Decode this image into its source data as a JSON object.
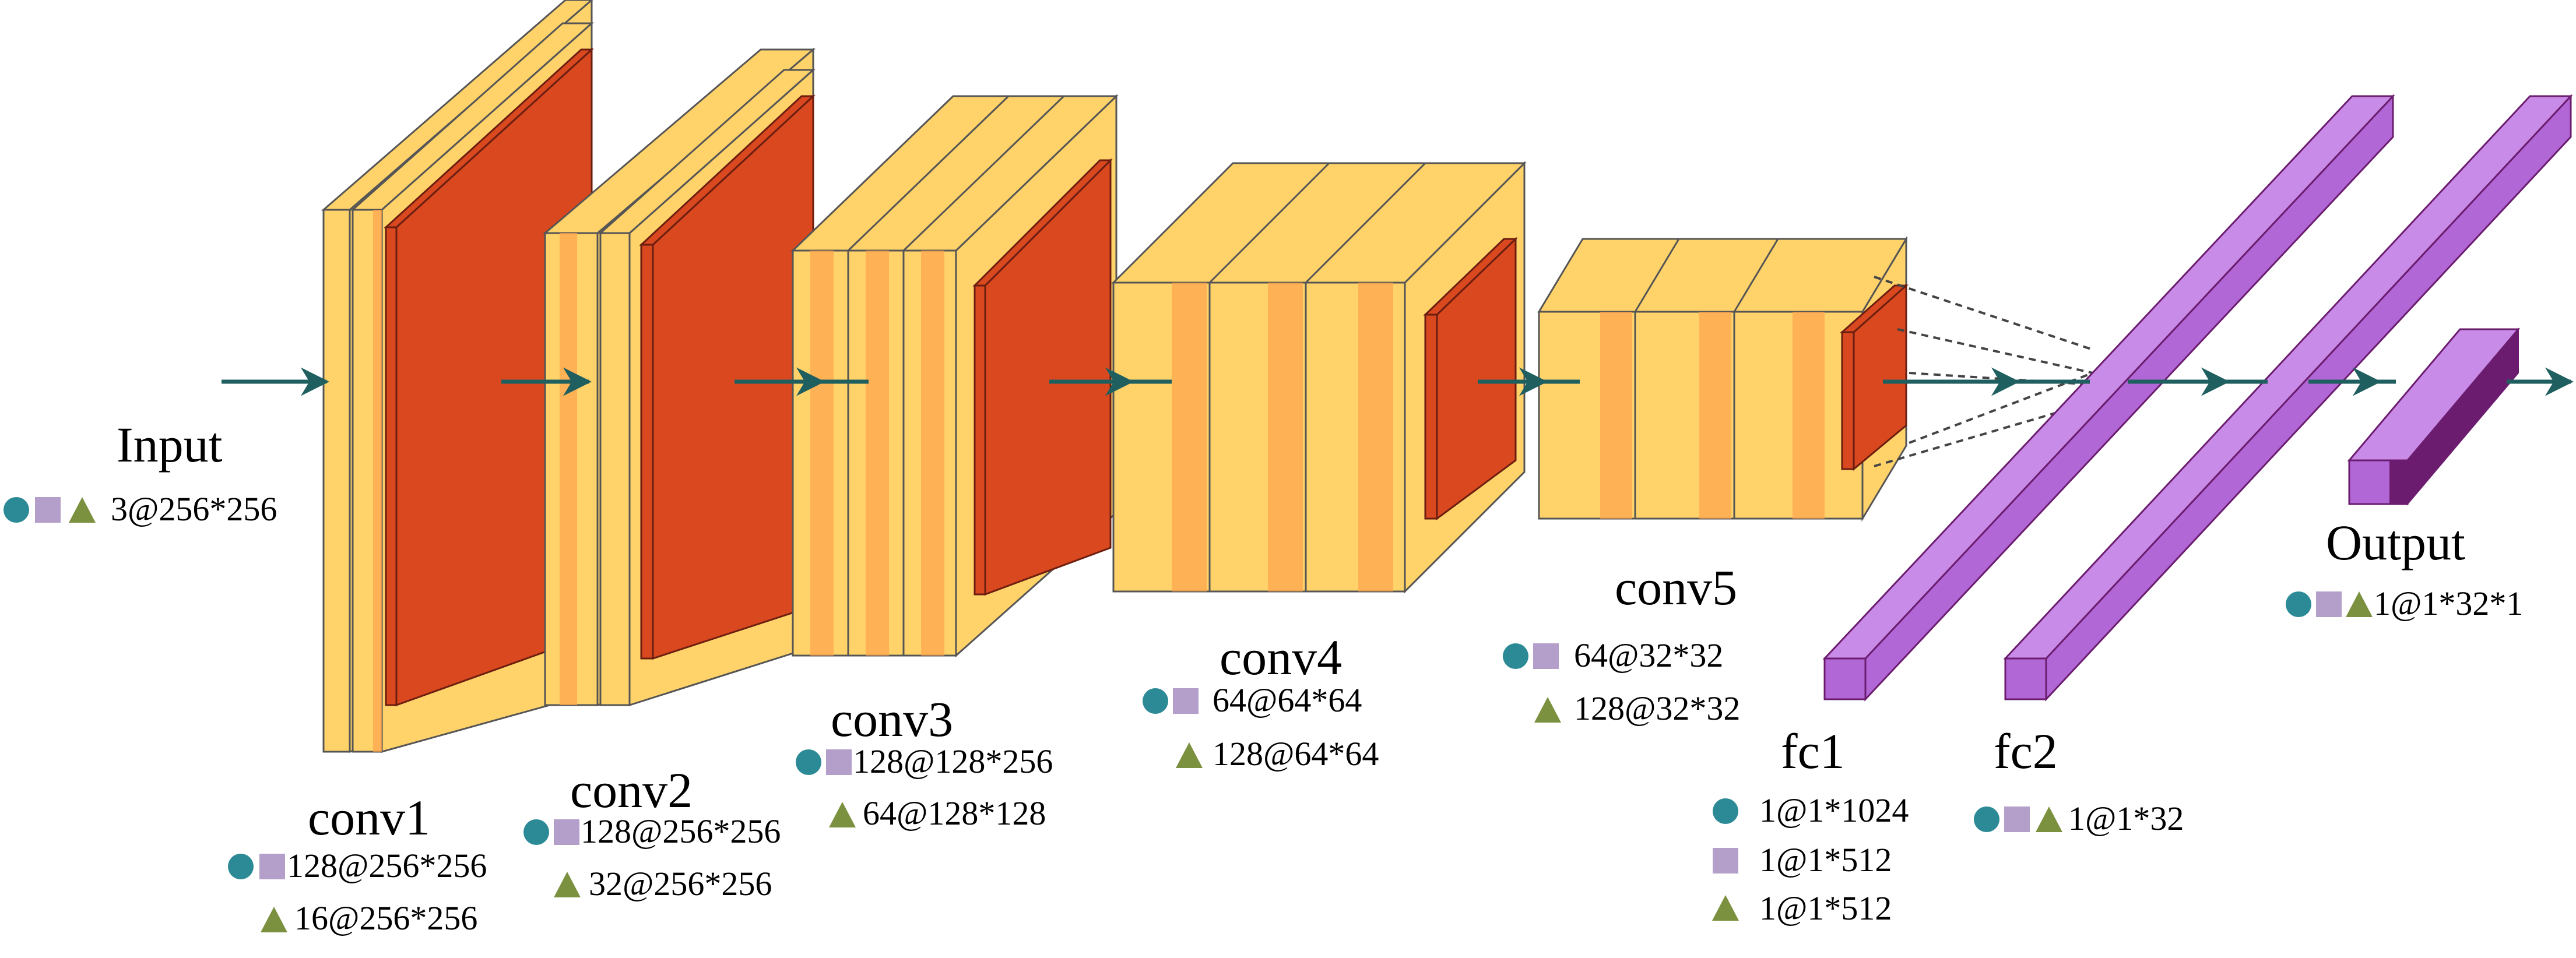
{
  "colors": {
    "arrow": "#1f5f5f",
    "slab_light": "#ffd36a",
    "slab_stripe": "#ffa54f",
    "slab_edge": "#555555",
    "kernel": "#d9481f",
    "kernel_edge": "#6b1e10",
    "fc": "#b167d6",
    "fc_top": "#c98be8",
    "fc_dark": "#6b1c6e",
    "circle": "#2b8a95",
    "square": "#b39fc9",
    "triangle": "#7b9140"
  },
  "layers": [
    {
      "id": "input",
      "title": "Input",
      "dims": [
        {
          "markers": [
            "circle",
            "square",
            "triangle"
          ],
          "text": "3@256*256"
        }
      ]
    },
    {
      "id": "conv1",
      "title": "conv1",
      "dims": [
        {
          "markers": [
            "circle",
            "square"
          ],
          "text": "128@256*256"
        },
        {
          "markers": [
            "triangle"
          ],
          "text": "16@256*256"
        }
      ]
    },
    {
      "id": "conv2",
      "title": "conv2",
      "dims": [
        {
          "markers": [
            "circle",
            "square"
          ],
          "text": "128@256*256"
        },
        {
          "markers": [
            "triangle"
          ],
          "text": "32@256*256"
        }
      ]
    },
    {
      "id": "conv3",
      "title": "conv3",
      "dims": [
        {
          "markers": [
            "circle",
            "square"
          ],
          "text": "128@128*256"
        },
        {
          "markers": [
            "triangle"
          ],
          "text": "64@128*128"
        }
      ]
    },
    {
      "id": "conv4",
      "title": "conv4",
      "dims": [
        {
          "markers": [
            "circle",
            "square"
          ],
          "text": "64@64*64"
        },
        {
          "markers": [
            "triangle"
          ],
          "text": "128@64*64"
        }
      ]
    },
    {
      "id": "conv5",
      "title": "conv5",
      "dims": [
        {
          "markers": [
            "circle",
            "square"
          ],
          "text": "64@32*32"
        },
        {
          "markers": [
            "triangle"
          ],
          "text": "128@32*32"
        }
      ]
    },
    {
      "id": "fc1",
      "title": "fc1",
      "dims": [
        {
          "markers": [
            "circle"
          ],
          "text": "1@1*1024"
        },
        {
          "markers": [
            "square"
          ],
          "text": "1@1*512"
        },
        {
          "markers": [
            "triangle"
          ],
          "text": "1@1*512"
        }
      ]
    },
    {
      "id": "fc2",
      "title": "fc2",
      "dims": [
        {
          "markers": [
            "circle",
            "square",
            "triangle"
          ],
          "text": "1@1*32"
        }
      ]
    },
    {
      "id": "output",
      "title": "Output",
      "dims": [
        {
          "markers": [
            "circle",
            "square",
            "triangle"
          ],
          "text": "1@1*32*1"
        }
      ]
    }
  ]
}
